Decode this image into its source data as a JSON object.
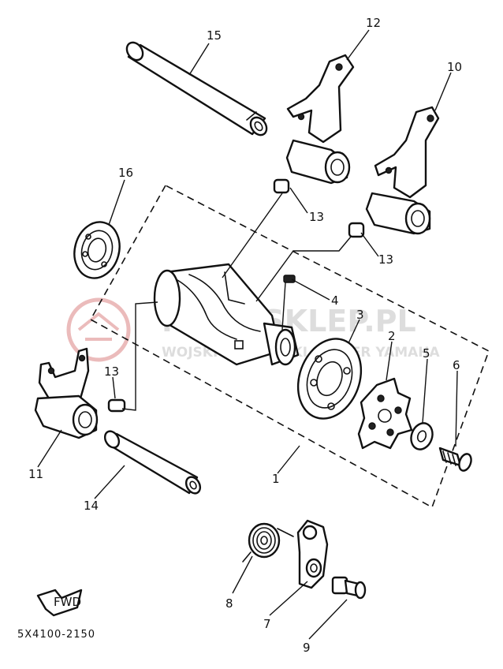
{
  "labels": {
    "p1": "1",
    "p2": "2",
    "p3": "3",
    "p4": "4",
    "p5": "5",
    "p6": "6",
    "p7": "7",
    "p8": "8",
    "p9": "9",
    "p10": "10",
    "p11": "11",
    "p12": "12",
    "p13a": "13",
    "p13b": "13",
    "p13c": "13",
    "p14": "14",
    "p15": "15",
    "p16": "16"
  },
  "fwd_mark": "FWD",
  "diagram_code": "5X4100-2150",
  "watermark": {
    "brand": "MOTOSKLEP.PL",
    "tagline": "WOJSKI MOTOWSKI DEALER YAMAHA"
  },
  "colors": {
    "ink": "#111111",
    "watermark": "#d8d8d8",
    "logo": "#e8b0b0"
  }
}
